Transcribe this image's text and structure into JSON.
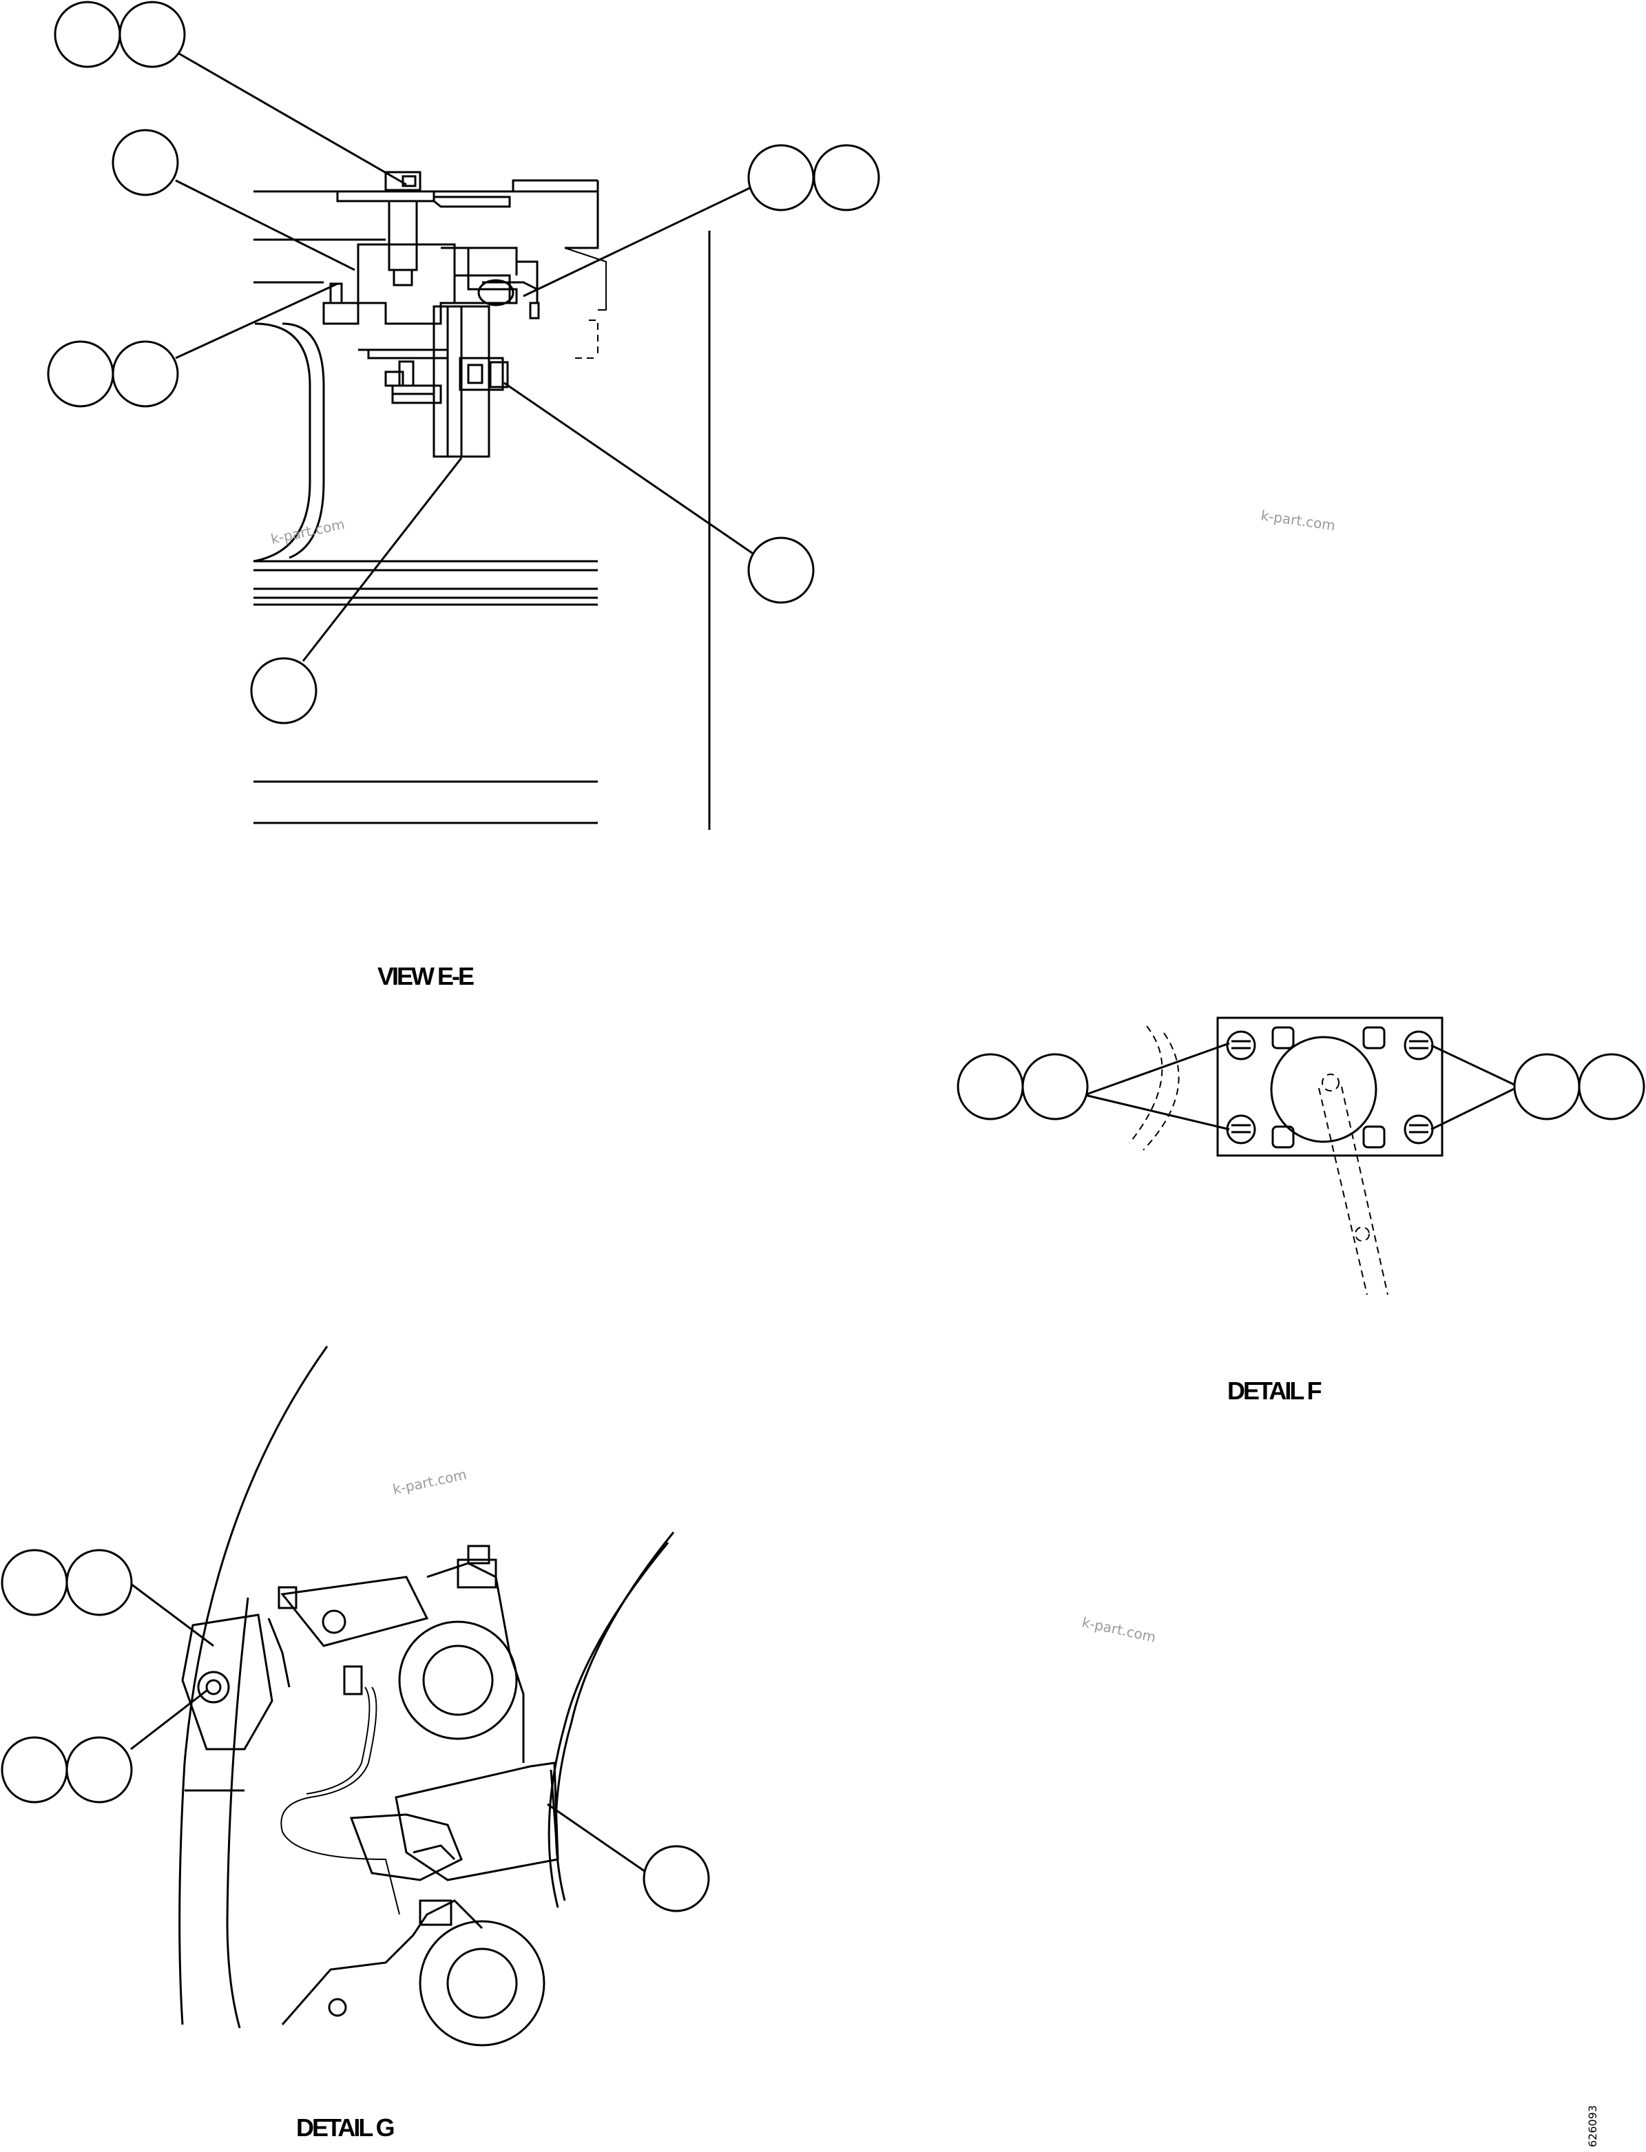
{
  "captions": {
    "view_e": "VIEW E-E",
    "detail_f": "DETAIL F",
    "detail_g": "DETAIL G"
  },
  "watermark": "k-part.com",
  "reference_code": "626093"
}
